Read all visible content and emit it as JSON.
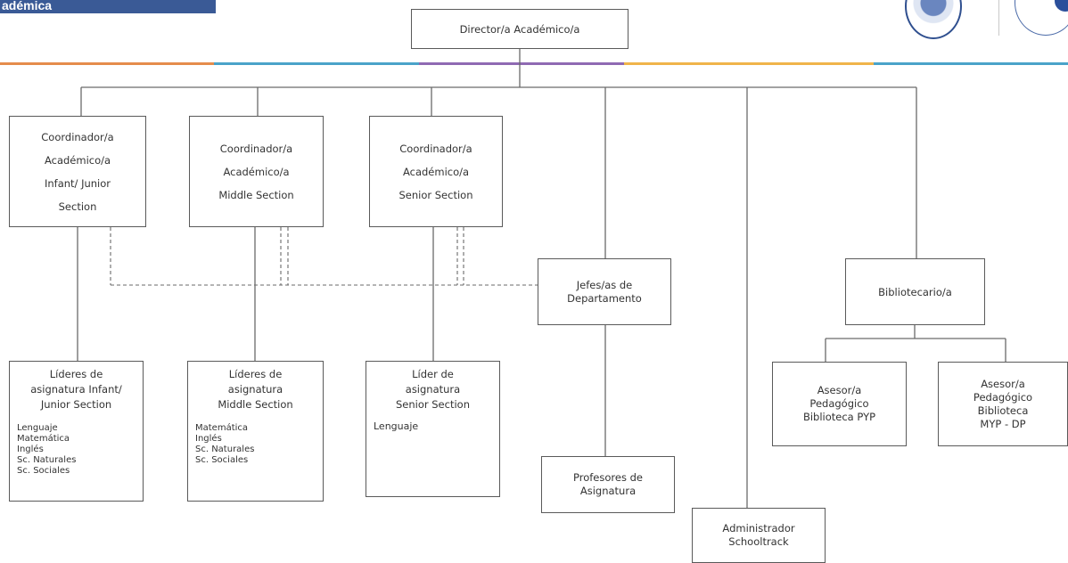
{
  "header": {
    "title": "adémica"
  },
  "colors": {
    "title_bar": "#3a5a96",
    "stripe": [
      "#e58c4c",
      "#4aa3c9",
      "#8f6ab3",
      "#f0b44a",
      "#4aa3c9"
    ]
  },
  "logos": [
    "school-seal-icon",
    "ib-logo-icon"
  ],
  "nodes": {
    "director": "Director/a Académico/a",
    "coord_infant": [
      "Coordinador/a",
      "Académico/a",
      "Infant/ Junior",
      "Section"
    ],
    "coord_middle": [
      "Coordinador/a",
      "Académico/a",
      "Middle Section"
    ],
    "coord_senior": [
      "Coordinador/a",
      "Académico/a",
      "Senior Section"
    ],
    "jefes": [
      "Jefes/as de",
      "Departamento"
    ],
    "bibliotecario": "Bibliotecario/a",
    "lideres_infant": {
      "title": [
        "Líderes de",
        "asignatura Infant/",
        "Junior Section"
      ],
      "subjects": [
        "Lenguaje",
        "Matemática",
        "Inglés",
        "Sc. Naturales",
        "Sc. Sociales"
      ]
    },
    "lideres_middle": {
      "title": [
        "Líderes de",
        "asignatura",
        "Middle Section"
      ],
      "subjects": [
        "Matemática",
        "Inglés",
        "Sc. Naturales",
        "Sc. Sociales"
      ]
    },
    "lider_senior": {
      "title": [
        "Líder de",
        "asignatura",
        "Senior Section"
      ],
      "subjects": [
        "Lenguaje"
      ]
    },
    "profesores": [
      "Profesores de",
      "Asignatura"
    ],
    "administrador": [
      "Administrador",
      "Schooltrack"
    ],
    "asesor_pyp": [
      "Asesor/a",
      "Pedagógico",
      "Biblioteca PYP"
    ],
    "asesor_myp": [
      "Asesor/a",
      "Pedagógico",
      "Biblioteca",
      "MYP - DP"
    ]
  }
}
